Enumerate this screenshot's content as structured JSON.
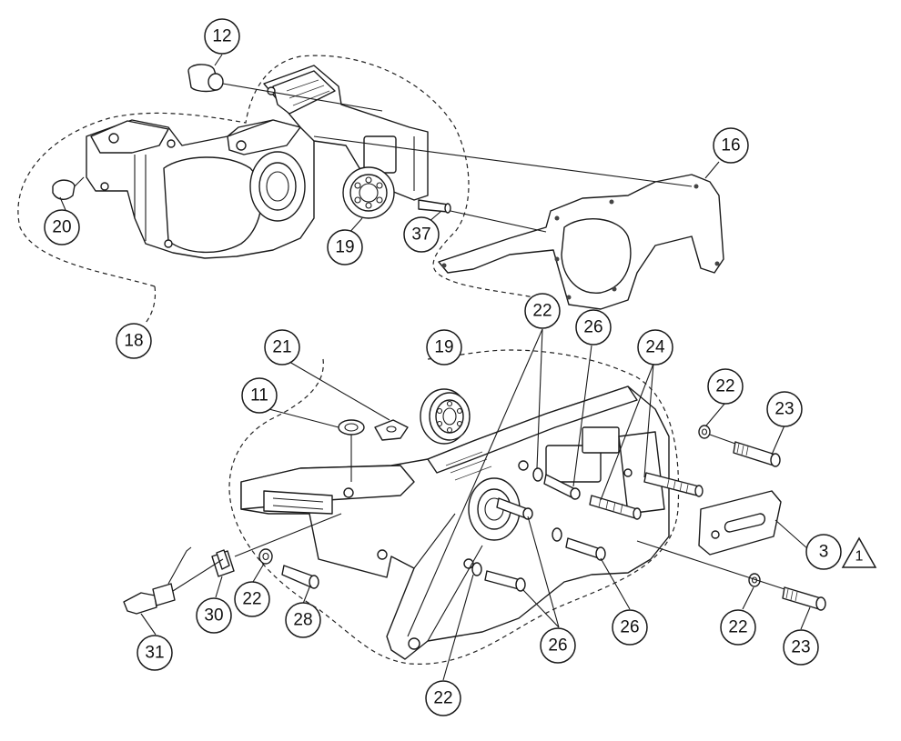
{
  "callouts": [
    {
      "label": "12"
    },
    {
      "label": "16"
    },
    {
      "label": "20"
    },
    {
      "label": "19"
    },
    {
      "label": "37"
    },
    {
      "label": "18"
    },
    {
      "label": "22"
    },
    {
      "label": "26"
    },
    {
      "label": "24"
    },
    {
      "label": "21"
    },
    {
      "label": "19"
    },
    {
      "label": "11"
    },
    {
      "label": "22"
    },
    {
      "label": "23"
    },
    {
      "label": "3"
    },
    {
      "label": "22"
    },
    {
      "label": "28"
    },
    {
      "label": "30"
    },
    {
      "label": "31"
    },
    {
      "label": "26"
    },
    {
      "label": "26"
    },
    {
      "label": "22"
    },
    {
      "label": "23"
    },
    {
      "label": "22"
    }
  ],
  "warning_triangle": {
    "label": "1"
  }
}
